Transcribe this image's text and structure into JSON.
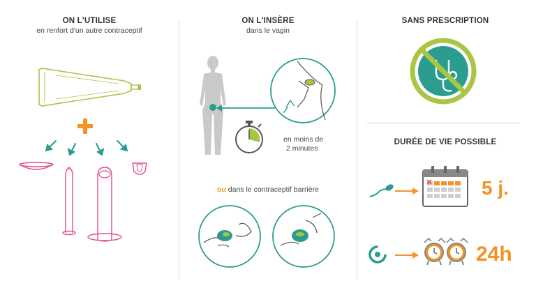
{
  "colors": {
    "teal": "#2a9d8f",
    "orange": "#f39325",
    "green": "#a8c545",
    "pink": "#e04c8e",
    "gray": "#c9c9c9"
  },
  "col1": {
    "title": "ON L'UTILISE",
    "subtitle": "en renfort d'un autre contraceptif"
  },
  "col2": {
    "title": "ON L'INSÈRE",
    "subtitle": "dans le vagin",
    "timer_text_1": "en moins de",
    "timer_text_2": "2 minutes",
    "alt_prefix": "ou",
    "alt_text": " dans le contraceptif barrière"
  },
  "col3": {
    "title1": "SANS PRESCRIPTION",
    "title2": "DURÉE DE VIE POSSIBLE",
    "sperm_value": "5 j.",
    "ovum_value": "24h"
  }
}
